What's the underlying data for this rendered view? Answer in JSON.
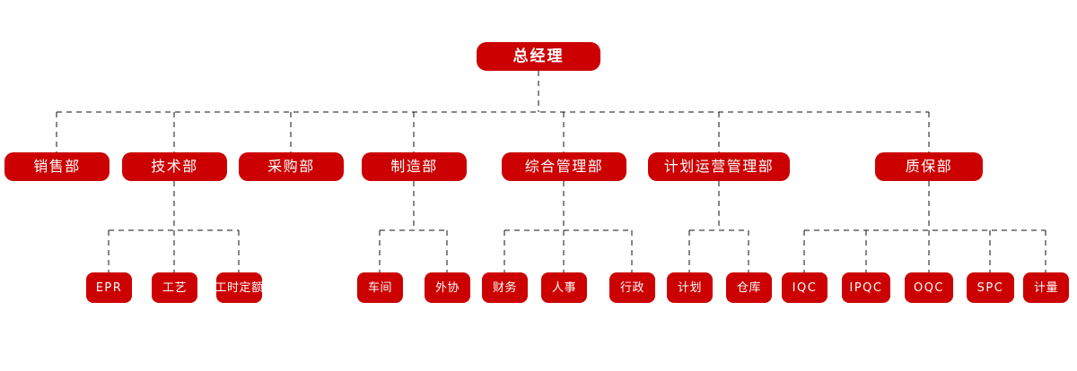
{
  "diagram": {
    "title_node": {
      "id": "gm",
      "label": "总经理"
    },
    "colors": {
      "node_fill": "#CC0000",
      "node_text": "#FFFFFF",
      "connector": "#111111",
      "background": "#FFFFFF"
    },
    "departments": [
      {
        "id": "sales",
        "label": "销售部"
      },
      {
        "id": "tech",
        "label": "技术部"
      },
      {
        "id": "purchase",
        "label": "采购部"
      },
      {
        "id": "manufact",
        "label": "制造部"
      },
      {
        "id": "general",
        "label": "综合管理部"
      },
      {
        "id": "planop",
        "label": "计划运营管理部"
      },
      {
        "id": "quality",
        "label": "质保部"
      }
    ],
    "sub_units": [
      {
        "id": "epr",
        "label": "EPR",
        "parent": "tech"
      },
      {
        "id": "craft",
        "label": "工艺",
        "parent": "tech"
      },
      {
        "id": "quota",
        "label": "工时定额",
        "parent": "tech"
      },
      {
        "id": "workshop",
        "label": "车间",
        "parent": "manufact"
      },
      {
        "id": "outsrc",
        "label": "外协",
        "parent": "manufact"
      },
      {
        "id": "finance",
        "label": "财务",
        "parent": "general"
      },
      {
        "id": "hr",
        "label": "人事",
        "parent": "general"
      },
      {
        "id": "admin",
        "label": "行政",
        "parent": "general"
      },
      {
        "id": "plan",
        "label": "计划",
        "parent": "planop"
      },
      {
        "id": "wh",
        "label": "仓库",
        "parent": "planop"
      },
      {
        "id": "iqc",
        "label": "IQC",
        "parent": "quality"
      },
      {
        "id": "ipqc",
        "label": "IPQC",
        "parent": "quality"
      },
      {
        "id": "oqc",
        "label": "OQC",
        "parent": "quality"
      },
      {
        "id": "spc",
        "label": "SPC",
        "parent": "quality"
      },
      {
        "id": "metro",
        "label": "计量",
        "parent": "quality"
      }
    ]
  }
}
